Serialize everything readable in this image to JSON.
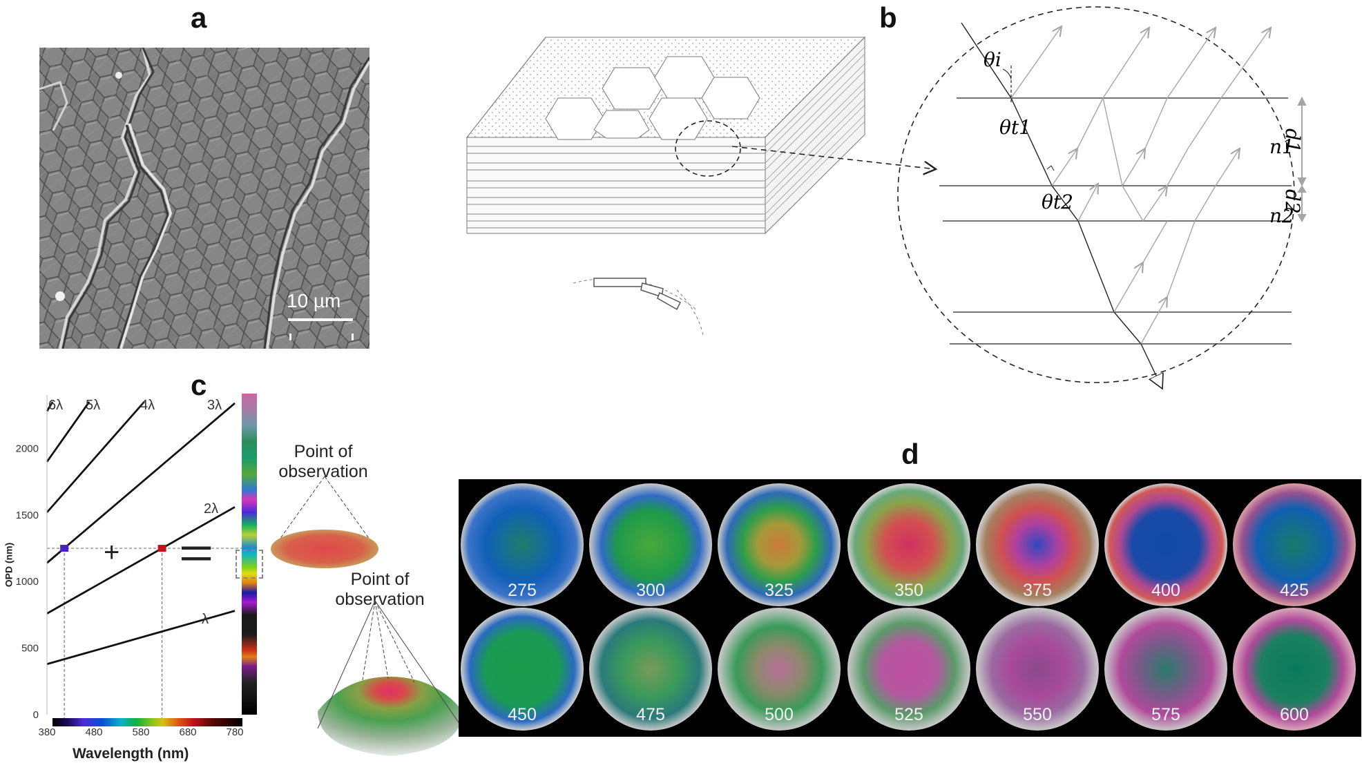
{
  "panels": {
    "a": {
      "letter": "a",
      "scale_bar_label": "10 µm"
    },
    "b": {
      "letter": "b",
      "labels": {
        "theta_i": "θi",
        "theta_t1": "θt1",
        "theta_t2": "θt2",
        "n1": "n1",
        "n2": "n2",
        "d1": "d1",
        "d2": "d2"
      }
    },
    "c": {
      "letter": "c",
      "xlabel": "Wavelength (nm)",
      "ylabel": "OPD (nm)",
      "obs_label_1": "Point of observation",
      "obs_label_2": "Point of observation",
      "sign_plus": "+",
      "sign_equals": "="
    },
    "d": {
      "letter": "d",
      "disks_row1": [
        "275",
        "300",
        "325",
        "350",
        "375",
        "400",
        "425"
      ],
      "disks_row2": [
        "450",
        "475",
        "500",
        "525",
        "550",
        "575",
        "600"
      ]
    }
  },
  "chart_data": {
    "type": "line",
    "xlabel": "Wavelength (nm)",
    "ylabel": "OPD (nm)",
    "xlim": [
      380,
      780
    ],
    "ylim": [
      0,
      2350
    ],
    "xticks": [
      380,
      480,
      580,
      680,
      780
    ],
    "yticks": [
      0,
      500,
      1000,
      1500,
      2000
    ],
    "series": [
      {
        "name": "λ",
        "x": [
          380,
          780
        ],
        "y": [
          380,
          780
        ]
      },
      {
        "name": "2λ",
        "x": [
          380,
          780
        ],
        "y": [
          760,
          1560
        ]
      },
      {
        "name": "3λ",
        "x": [
          380,
          780
        ],
        "y": [
          1140,
          2340
        ]
      },
      {
        "name": "4λ",
        "x": [
          380,
          587
        ],
        "y": [
          1520,
          2350
        ]
      },
      {
        "name": "5λ",
        "x": [
          380,
          470
        ],
        "y": [
          1900,
          2350
        ]
      },
      {
        "name": "6λ",
        "x": [
          380,
          392
        ],
        "y": [
          2280,
          2350
        ]
      }
    ],
    "reference_line_y": 1250,
    "markers": [
      {
        "x": 417,
        "y": 1250,
        "color": "#4b1fd0"
      },
      {
        "x": 625,
        "y": 1250,
        "color": "#c0141a"
      }
    ]
  },
  "colors": {
    "dark_bg": "#000000",
    "line": "#111111",
    "grey_arrow": "#a5a5a5"
  }
}
